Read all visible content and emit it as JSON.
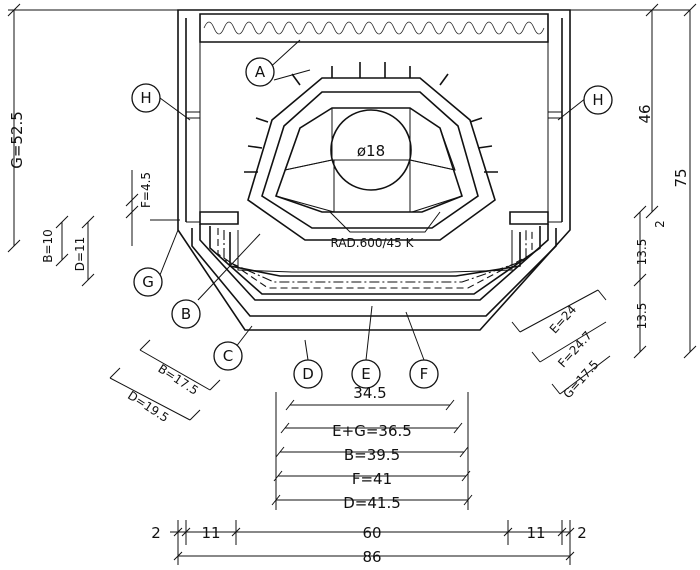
{
  "labels": {
    "A": "A",
    "B": "B",
    "C": "C",
    "D": "D",
    "E": "E",
    "F": "F",
    "G": "G",
    "H": "H"
  },
  "center": {
    "flue_diameter": "ø18",
    "firebox_note": "RAD.600/45 K"
  },
  "dims_left": {
    "g_total": "G=52.5",
    "b_10": "B=10",
    "d_11": "D=11",
    "f_4_5": "F=4.5",
    "b_17_5": "B=17.5",
    "d_19_5": "D=19.5"
  },
  "dims_right": {
    "h_46": "46",
    "h_75": "75",
    "h_2": "2",
    "h_13_5_a": "13.5",
    "h_13_5_b": "13.5",
    "e_24": "E=24",
    "f_24_7": "F=24.7",
    "g_17_5": "G=17.5"
  },
  "dims_bottom": {
    "w_34_5": "34.5",
    "w_eg_36_5": "E+G=36.5",
    "w_b_39_5": "B=39.5",
    "w_f_41": "F=41",
    "w_d_41_5": "D=41.5",
    "left_2": "2",
    "left_11": "11",
    "mid_60": "60",
    "right_11": "11",
    "right_2": "2",
    "total_86": "86"
  }
}
